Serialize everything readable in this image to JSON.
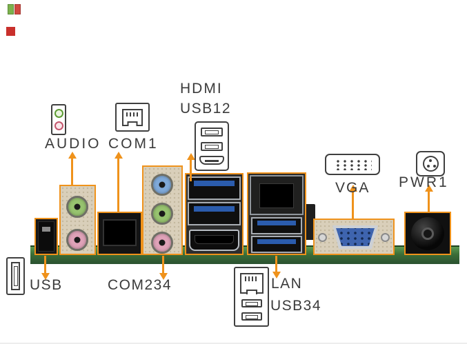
{
  "diagram": {
    "type": "motherboard-rear-io-panel",
    "accent_color": "#ef921b",
    "pcb_color": "#3a6d38",
    "panel_color": "#d9cfba"
  },
  "labels": {
    "hdmi": "HDMI",
    "usb12": "USB12",
    "audio": "AUDIO",
    "com1": "COM1",
    "vga": "VGA",
    "pwr1": "PWR1",
    "usb": "USB",
    "com234": "COM234",
    "lan": "LAN",
    "usb34": "USB34"
  },
  "icons": {
    "audio-jacks-icon": "outlined box with green and pink circle jacks",
    "com1-port-icon": "outlined box with socket-and-pins glyph",
    "usb12-hdmi-icon": "outlined box with two USB-A sockets and HDMI socket",
    "vga-connector-icon": "outlined box with pin-grid dots",
    "pwr1-din-icon": "outlined box with round DIN plug and pins",
    "usb-port-icon": "outlined box with vertical USB-A socket",
    "lan-usb34-icon": "outlined box with RJ45 socket and two USB-A sockets"
  },
  "colors": {
    "jack_green": "#97c36f",
    "jack_pink": "#dfa2b8",
    "jack_blue": "#7fa9d9",
    "usb3_tongue_blue": "#2b5cad",
    "vga_blue": "#3e64ae"
  }
}
